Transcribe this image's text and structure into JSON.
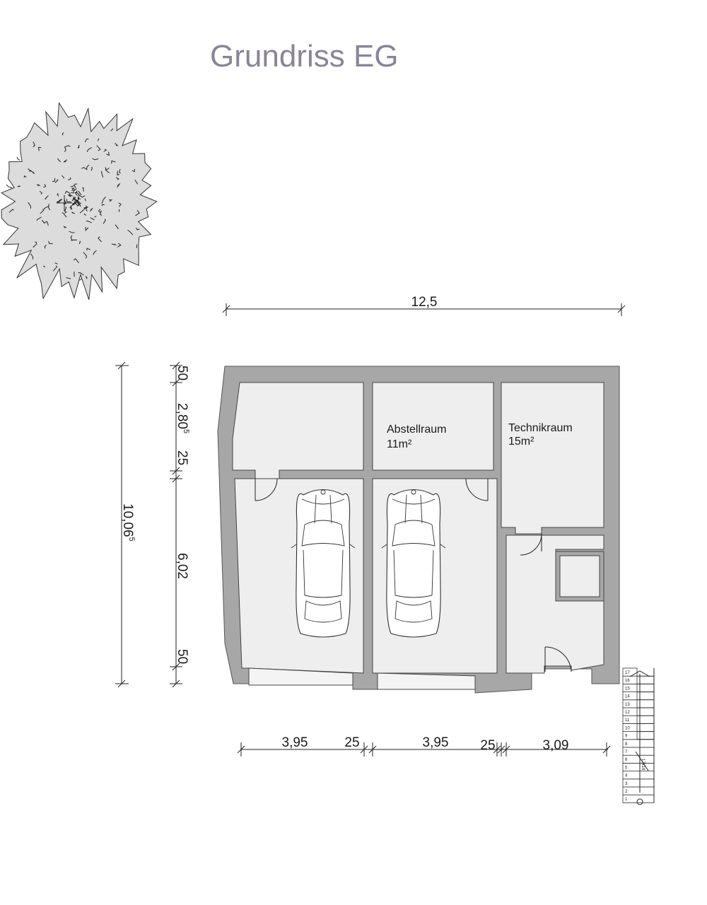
{
  "title": "Grundriss EG",
  "rooms": [
    {
      "name": "Abstellraum",
      "area": "11m²"
    },
    {
      "name": "Technikraum",
      "area": "15m²"
    }
  ],
  "dimensions": {
    "overall_width": "12,5",
    "overall_depth": {
      "main": "10,06",
      "sup": "5"
    },
    "vertical": [
      {
        "main": "50",
        "sup": ""
      },
      {
        "main": "2,80",
        "sup": "5"
      },
      {
        "main": "25",
        "sup": ""
      },
      {
        "main": "6,02",
        "sup": ""
      },
      {
        "main": "50",
        "sup": ""
      }
    ],
    "horizontal": [
      "3,95",
      "25",
      "3,95",
      "25",
      "3,09"
    ]
  },
  "stair": {
    "steps": [
      "1",
      "2",
      "3",
      "4",
      "5",
      "6",
      "7",
      "8",
      "9",
      "10",
      "11",
      "12",
      "13",
      "14",
      "15",
      "16",
      "17"
    ],
    "note": "17x18"
  },
  "colors": {
    "title": "#8a8496",
    "wall": "#a7a7a7",
    "floor": "#eeeeee"
  }
}
